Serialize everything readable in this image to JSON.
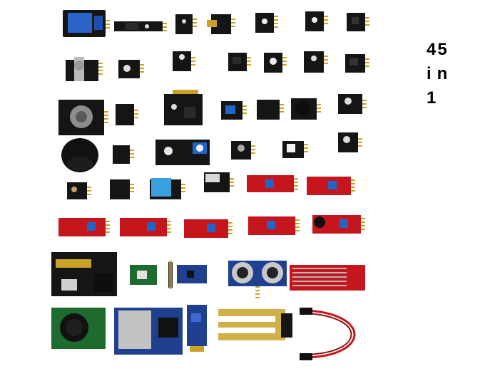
{
  "caption": {
    "line1": "45",
    "line2": "in",
    "line3": "1"
  },
  "colors": {
    "pcb_black": "#151515",
    "pcb_red": "#c4161c",
    "pcb_blue": "#1f3f8f",
    "pcb_green": "#1d6b2e",
    "relay_blue": "#2b63c8",
    "header_gold": "#c9a227",
    "dupont_red": "#c01818"
  }
}
